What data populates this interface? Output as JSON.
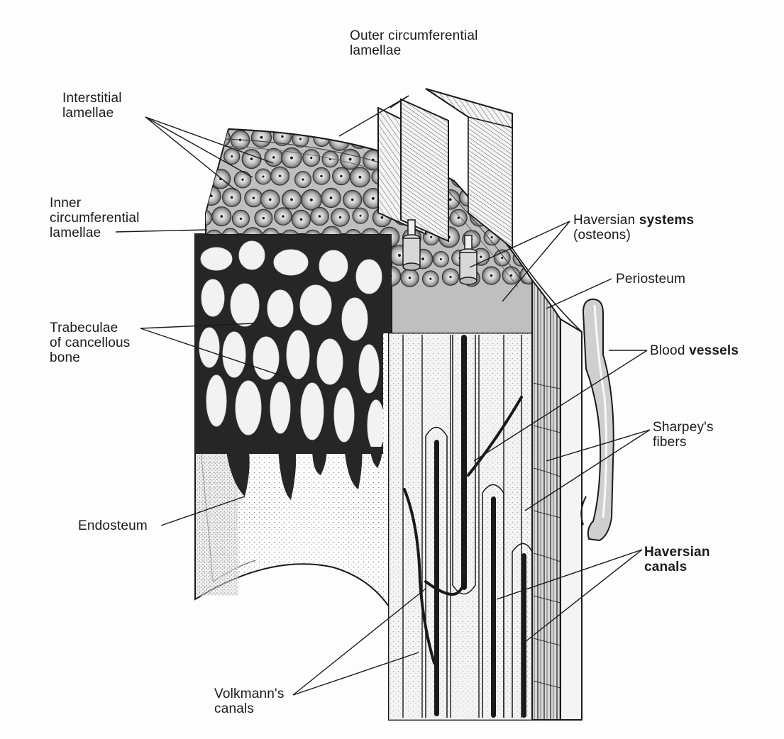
{
  "labels": {
    "outer_circ": {
      "line1": "Outer circumferential",
      "line2": "lamellae"
    },
    "interstitial": {
      "line1": "Interstitial",
      "line2": "lamellae"
    },
    "inner_circ": {
      "line1": "Inner",
      "line2": "circumferential",
      "line3": "lamellae"
    },
    "haversian_systems": {
      "word1": "Haversian",
      "word2": "systems",
      "line2": "(osteons)"
    },
    "periosteum": "Periosteum",
    "blood_vessels": {
      "word1": "Blood",
      "word2": "vessels"
    },
    "trabeculae": {
      "line1": "Trabeculae",
      "line2": "of cancellous",
      "line3": "bone"
    },
    "sharpeys": {
      "line1": "Sharpey's",
      "line2": "fibers"
    },
    "endosteum": "Endosteum",
    "haversian_canals": {
      "line1": "Haversian",
      "line2": "canals"
    },
    "volkmanns": {
      "line1": "Volkmann's",
      "line2": "canals"
    }
  },
  "colors": {
    "ink": "#1a1a1a",
    "paper": "#fdfdfd",
    "stipple": "#8a8a8a",
    "dark": "#2b2b2b"
  }
}
